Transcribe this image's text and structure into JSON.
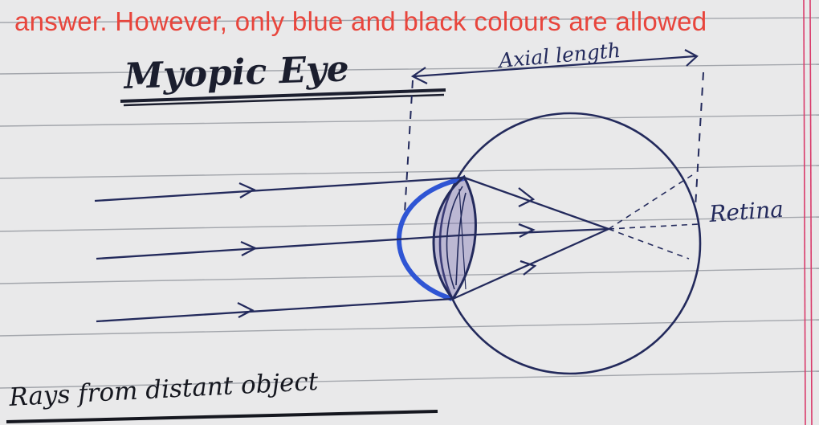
{
  "overlay_text": "answer. However, only blue and black colours are allowed",
  "labels": {
    "title": "Myopic Eye",
    "axial_length": "Axial length",
    "retina": "Retina",
    "rays": "Rays from distant object"
  },
  "colors": {
    "paper": "#e9e9ea",
    "ruled_line": "#9a9da3",
    "margin_red": "#d93a6a",
    "ink_dark": "#232a5c",
    "ink_blue": "#2f55d4",
    "overlay_red": "#e8453c"
  }
}
